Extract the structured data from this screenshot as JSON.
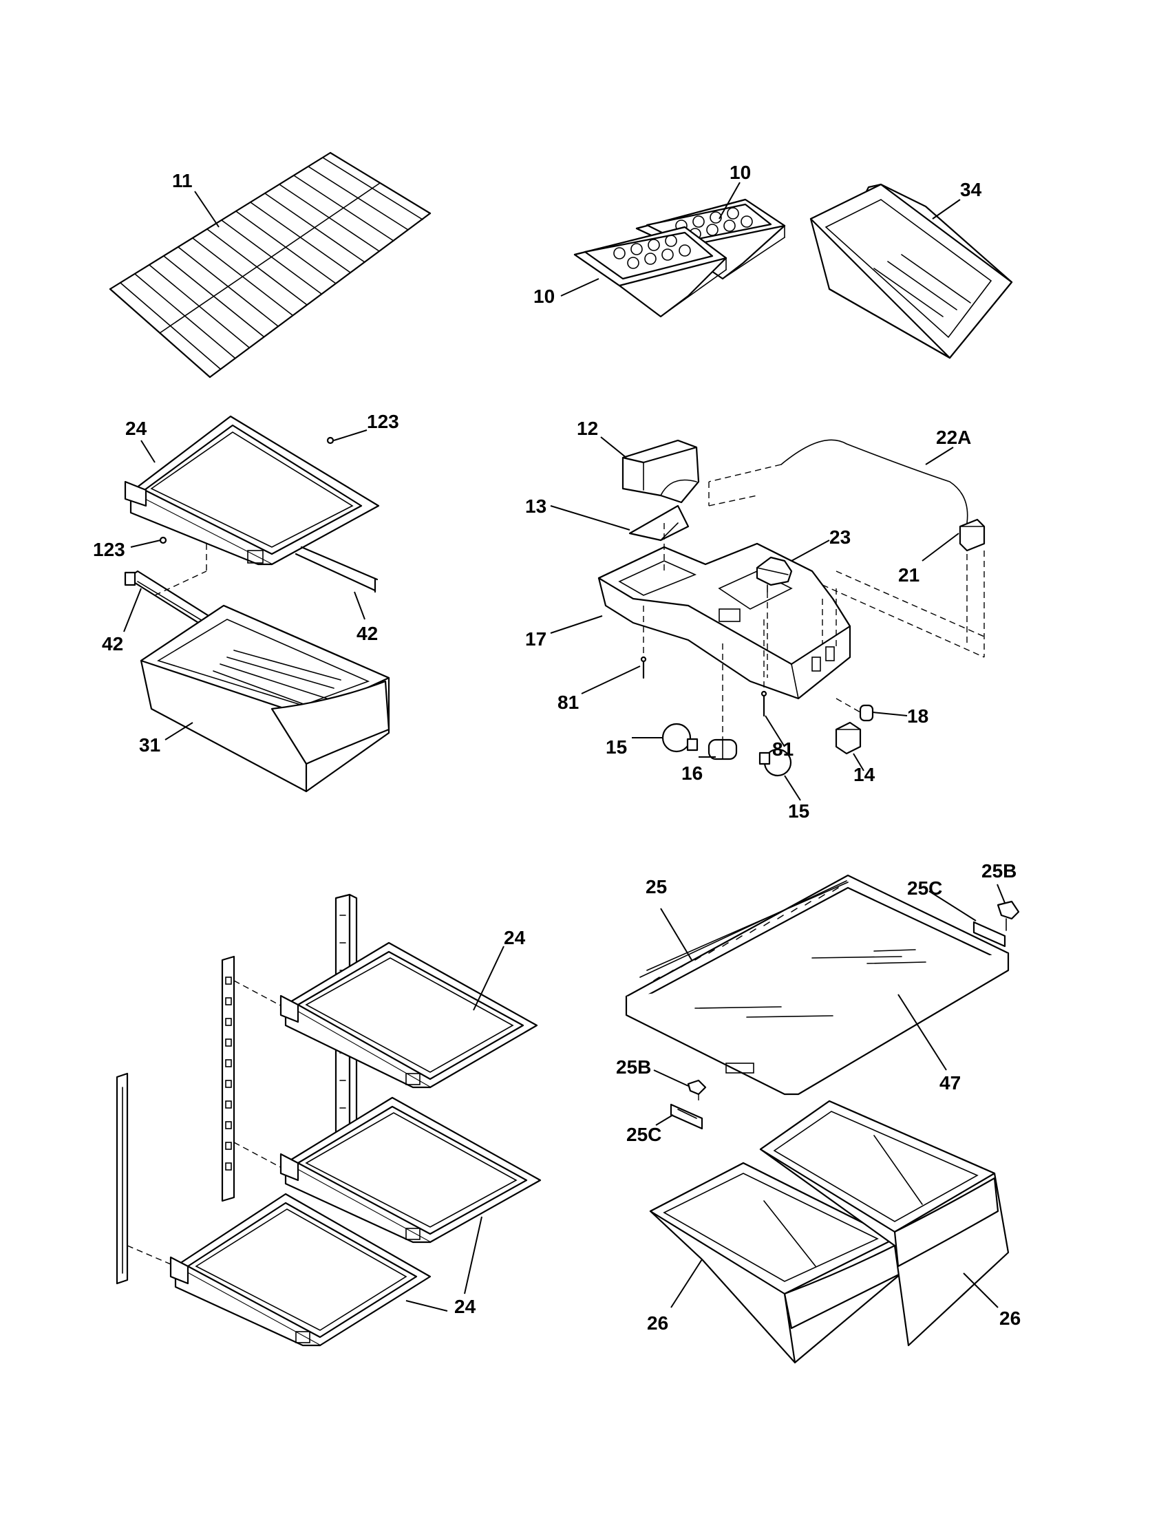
{
  "diagram": {
    "style": "exploded parts view, black line art on white",
    "colors": {
      "line": "#000000",
      "background": "#ffffff"
    },
    "callouts": {
      "c11": "11",
      "c10a": "10",
      "c10b": "10",
      "c34": "34",
      "c24a": "24",
      "c123a": "123",
      "c123b": "123",
      "c42a": "42",
      "c42b": "42",
      "c31": "31",
      "c12": "12",
      "c22A": "22A",
      "c13": "13",
      "c23": "23",
      "c21": "21",
      "c17": "17",
      "c81a": "81",
      "c81b": "81",
      "c18": "18",
      "c15a": "15",
      "c15b": "15",
      "c16": "16",
      "c14": "14",
      "c25": "25",
      "c25Ca": "25C",
      "c25Ba": "25B",
      "c24b": "24",
      "c47": "47",
      "c25Bb": "25B",
      "c25Cb": "25C",
      "c24c": "24",
      "c24d": "24",
      "c26a": "26",
      "c26b": "26"
    }
  }
}
